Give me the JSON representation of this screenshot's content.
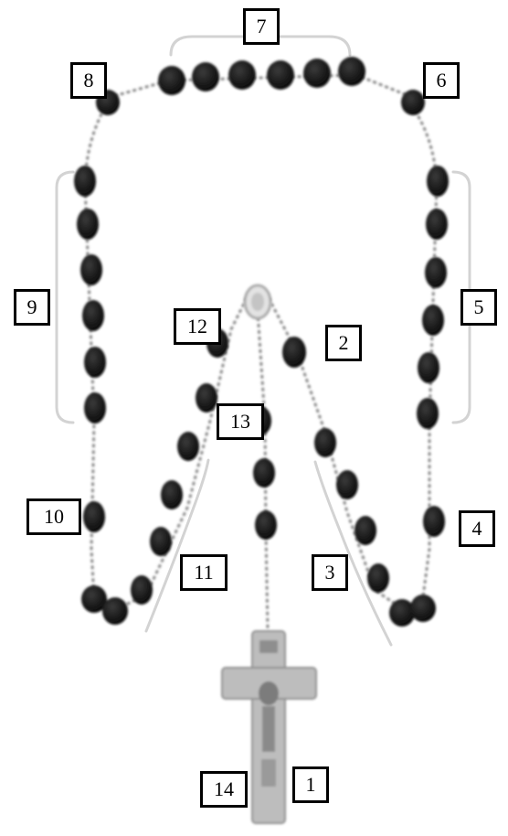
{
  "labels": {
    "l1": "1",
    "l2": "2",
    "l3": "3",
    "l4": "4",
    "l5": "5",
    "l6": "6",
    "l7": "7",
    "l8": "8",
    "l9": "9",
    "l10": "10",
    "l11": "11",
    "l12": "12",
    "l13": "13",
    "l14": "14"
  },
  "colors": {
    "bead": "#141414",
    "chain": "#8a8a8a",
    "bracket": "#cfcfcf",
    "label_border": "#000000",
    "crucifix": "#9a9a9a"
  }
}
